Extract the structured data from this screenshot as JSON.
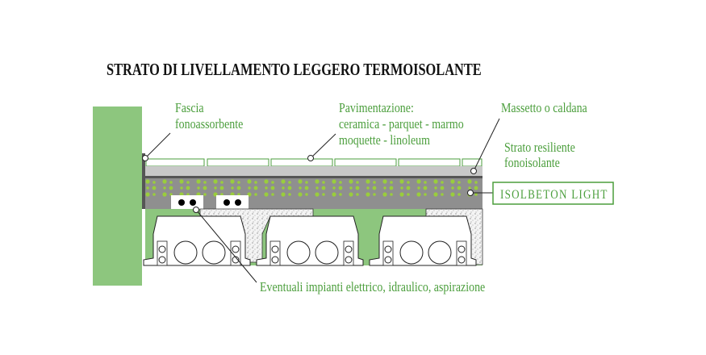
{
  "title": "STRATO DI LIVELLAMENTO LEGGERO TERMOISOLANTE",
  "labels": {
    "fascia_1": "Fascia",
    "fascia_2": "fonoassorbente",
    "pav_1": "Pavimentazione:",
    "pav_2": "ceramica - parquet - marmo",
    "pav_3": "moquette - linoleum",
    "massetto": "Massetto o caldana",
    "resiliente_1": "Strato resiliente",
    "resiliente_2": "fonoisolante",
    "product": "ISOLBETON LIGHT",
    "impianti": "Eventuali impianti elettrico, idraulico, aspirazione"
  },
  "colors": {
    "green_fill": "#8dc67e",
    "green_text": "#4b9e3c",
    "screed": "#c8c8c8",
    "isolbeton": "#8f8f8f",
    "dots": "#9acd3c"
  }
}
